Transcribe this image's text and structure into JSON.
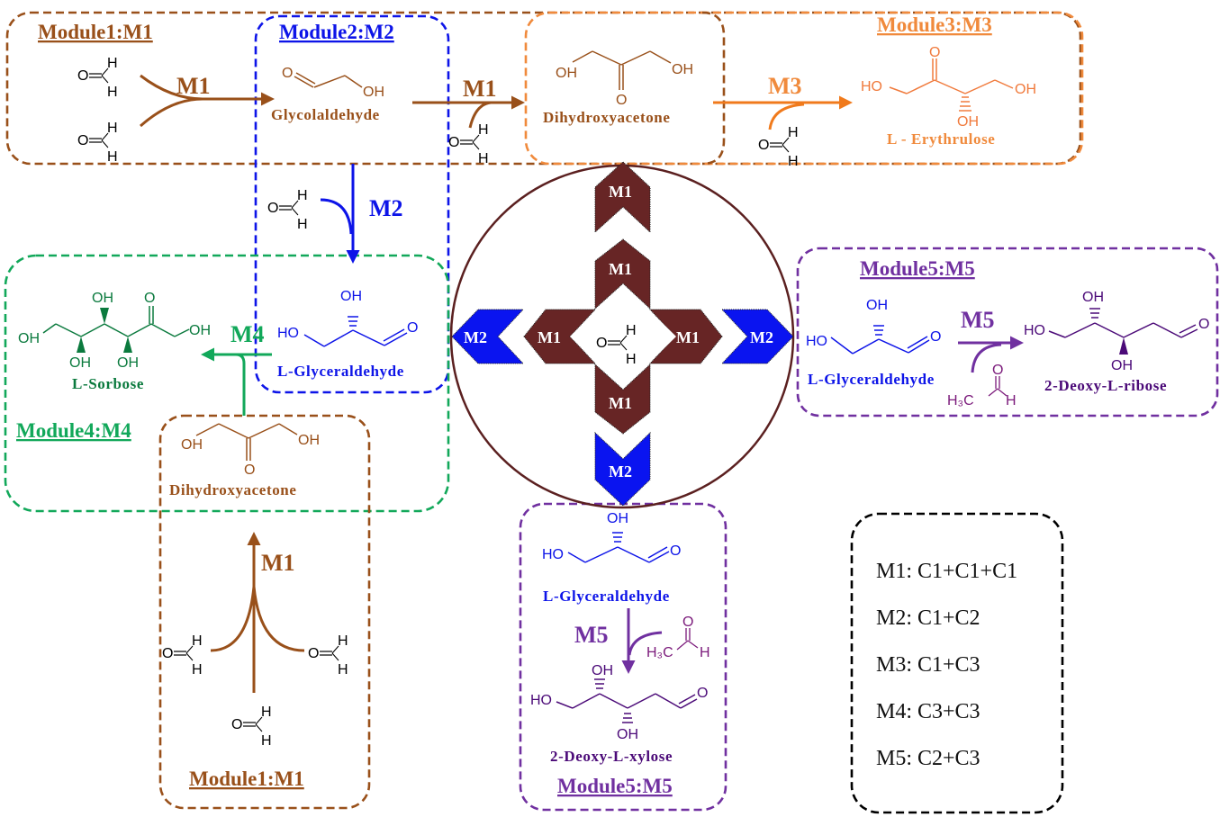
{
  "colors": {
    "m1": "#99501a",
    "m2": "#0d14e8",
    "m3": "#f08a3c",
    "m4": "#12a85a",
    "m5": "#7030a0",
    "m5_dark": "#4b0a78",
    "chevron_m1": "#672525",
    "chevron_m2": "#0a14f0",
    "circle": "#5b2020",
    "formaldehyde": "#000000"
  },
  "modules": [
    {
      "id": "module1-top",
      "title": "Module1:M1"
    },
    {
      "id": "module2",
      "title": "Module2:M2"
    },
    {
      "id": "module3",
      "title": "Module3:M3"
    },
    {
      "id": "module4",
      "title": "Module4:M4"
    },
    {
      "id": "module5-right",
      "title": "Module5:M5"
    },
    {
      "id": "module1-bottom",
      "title": "Module1:M1"
    },
    {
      "id": "module5-bottom",
      "title": "Module5:M5"
    }
  ],
  "steps": {
    "m1_top_a": "M1",
    "m1_top_b": "M1",
    "m2": "M2",
    "m3": "M3",
    "m4": "M4",
    "m5_right": "M5",
    "m1_bottom": "M1",
    "m5_bottom": "M5"
  },
  "compounds": {
    "glycolaldehyde": "Glycolaldehyde",
    "dihydroxyacetone_top": "Dihydroxyacetone",
    "erythrulose": "L - Erythrulose",
    "glyceraldehyde_m2": "L-Glyceraldehyde",
    "sorbose": "L-Sorbose",
    "dihydroxyacetone_m4": "Dihydroxyacetone",
    "glyceraldehyde_right": "L-Glyceraldehyde",
    "deoxyribose": "2-Deoxy-L-ribose",
    "glyceraldehyde_bottom": "L-Glyceraldehyde",
    "deoxyxylose": "2-Deoxy-L-xylose"
  },
  "atoms": {
    "O": "O",
    "H": "H",
    "OH": "OH",
    "HO": "HO",
    "H3C": "H₃C"
  },
  "center": {
    "chevrons": [
      {
        "direction": "up-outer",
        "label": "M1"
      },
      {
        "direction": "up-inner",
        "label": "M1"
      },
      {
        "direction": "left-inner",
        "label": "M1"
      },
      {
        "direction": "right-inner",
        "label": "M1"
      },
      {
        "direction": "down-inner",
        "label": "M1"
      },
      {
        "direction": "left-outer",
        "label": "M2"
      },
      {
        "direction": "right-outer",
        "label": "M2"
      },
      {
        "direction": "down-outer",
        "label": "M2"
      }
    ]
  },
  "legend": [
    "M1: C1+C1+C1",
    "M2: C1+C2",
    "M3: C1+C3",
    "M4: C3+C3",
    "M5: C2+C3"
  ]
}
